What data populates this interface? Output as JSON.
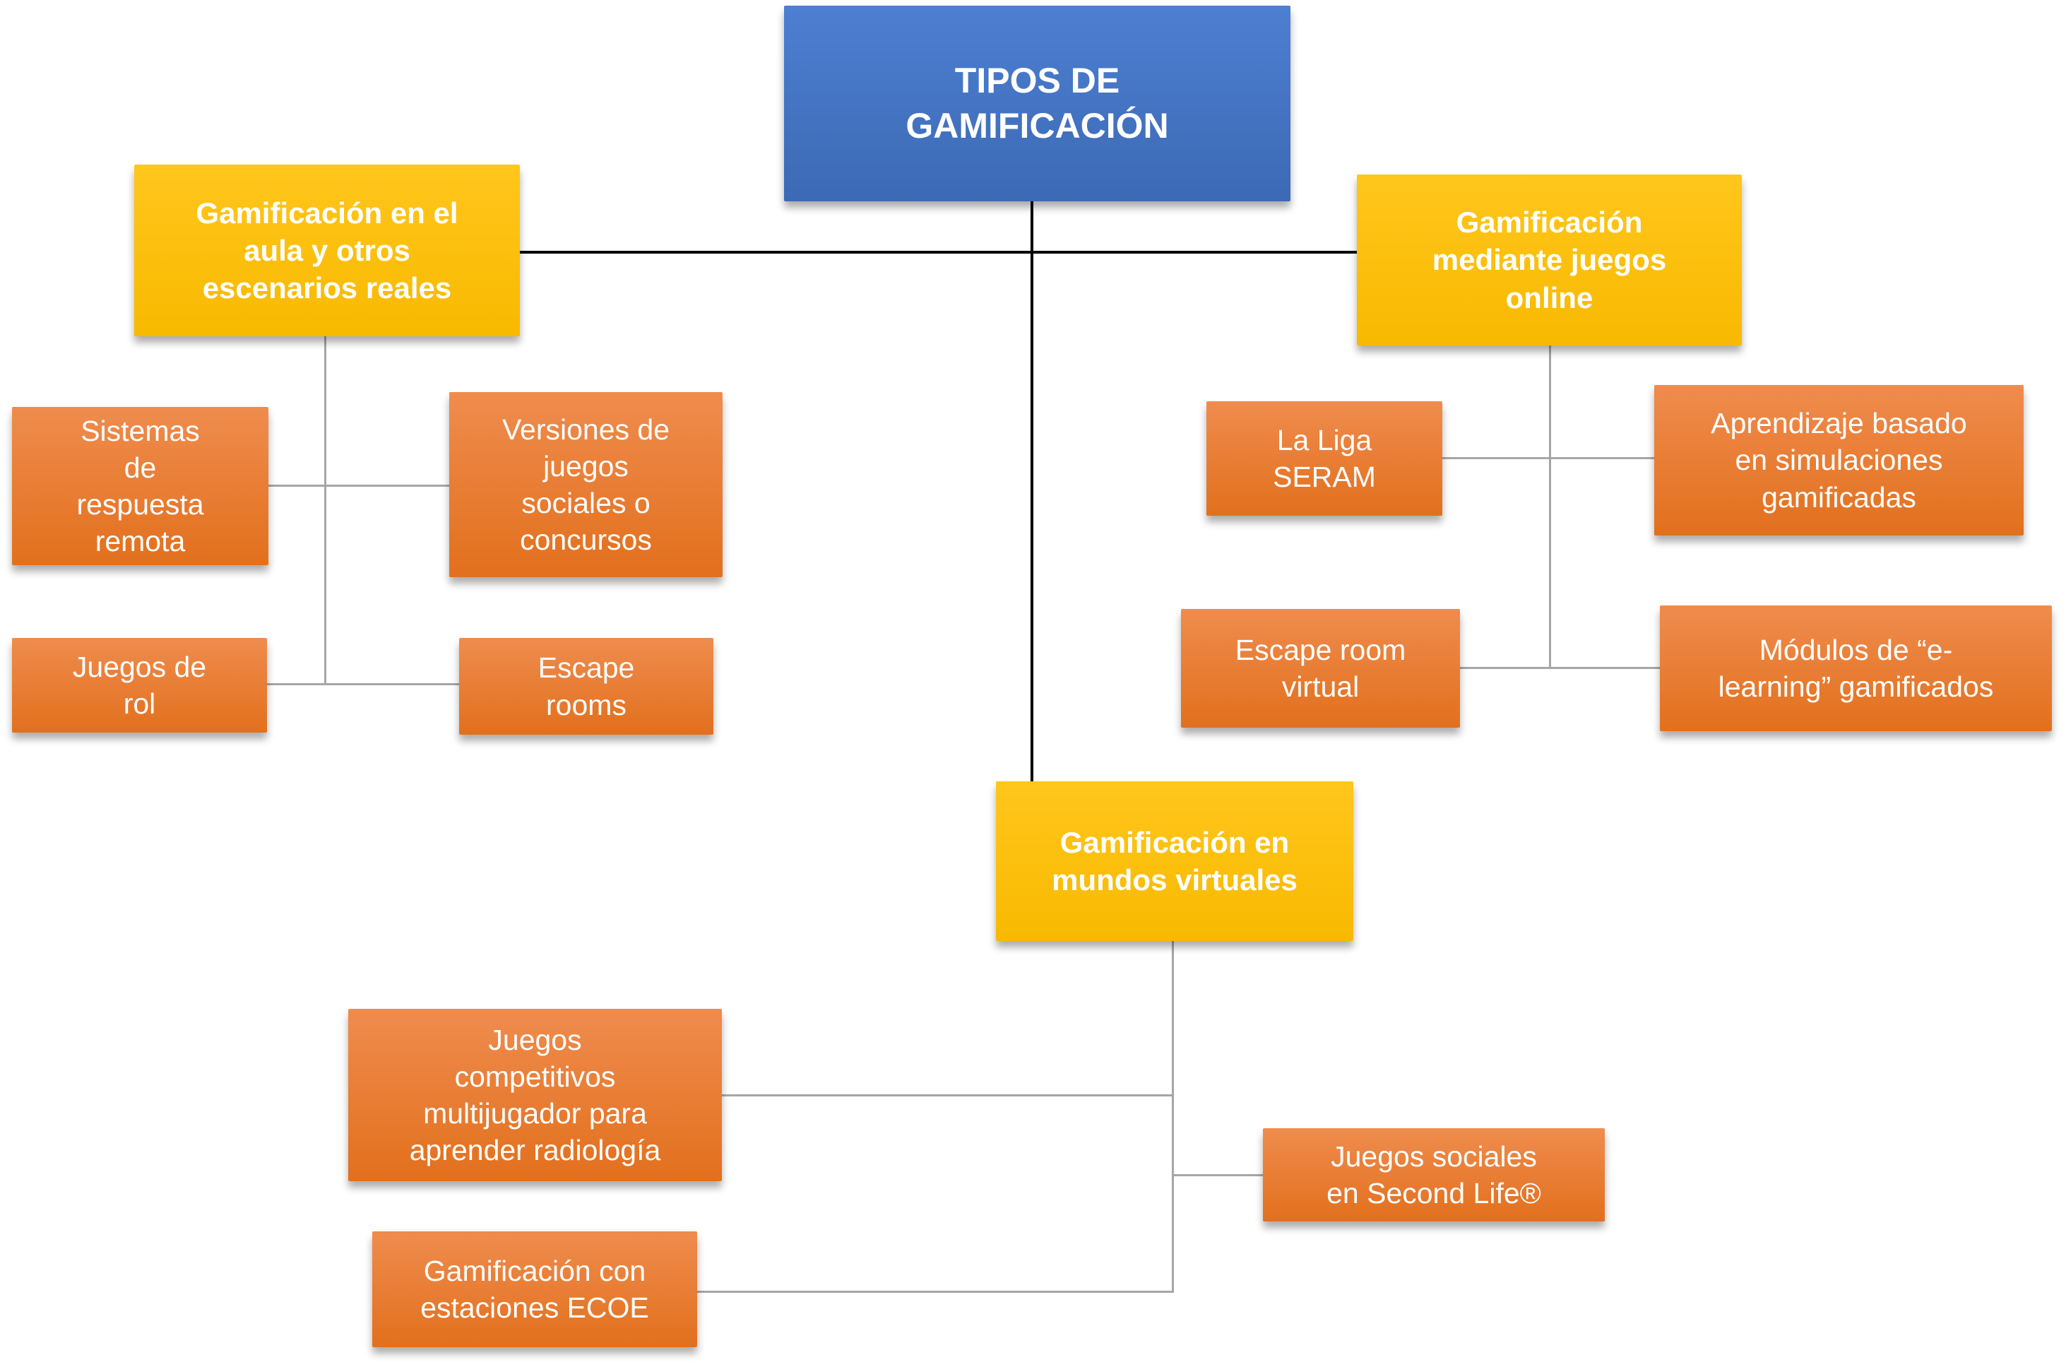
{
  "diagram": {
    "title": "TIPOS DE GAMIFICACIÓN",
    "nodes": {
      "root": {
        "text": "TIPOS DE\nGAMIFICACIÓN"
      },
      "aula": {
        "text": "Gamificación en el\naula y otros\nescenarios reales"
      },
      "online": {
        "text": "Gamificación\nmediante juegos\nonline"
      },
      "mundos": {
        "text": "Gamificación en\nmundos virtuales"
      },
      "sistemas": {
        "text": "Sistemas\nde\nrespuesta\nremota"
      },
      "versiones": {
        "text": "Versiones de\njuegos\nsociales o\nconcursos"
      },
      "rol": {
        "text": "Juegos de\nrol"
      },
      "escape_rooms": {
        "text": "Escape\nrooms"
      },
      "liga": {
        "text": "La Liga\nSERAM"
      },
      "simulaciones": {
        "text": "Aprendizaje basado\nen simulaciones\ngamificadas"
      },
      "escape_virtual": {
        "text": "Escape room\nvirtual"
      },
      "modulos": {
        "text": "Módulos de “e-\nlearning” gamificados"
      },
      "competitivos": {
        "text": "Juegos\ncompetitivos\nmultijugador para\naprender radiología"
      },
      "ecoe": {
        "text": "Gamificación con\nestaciones ECOE"
      },
      "secondlife": {
        "text": "Juegos sociales\nen Second Life®"
      }
    },
    "colors": {
      "root_blue": "#4472c4",
      "category_yellow": "#ffc000",
      "leaf_orange": "#ed7d31",
      "connector_gray": "#a6a6a6",
      "connector_black": "#000000",
      "text_white": "#ffffff"
    }
  }
}
